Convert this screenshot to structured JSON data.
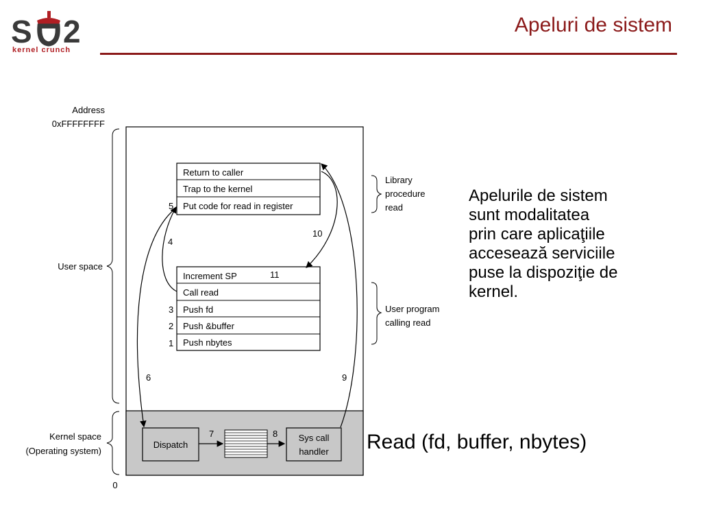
{
  "header": {
    "logo_text": "S",
    "logo_text_end": "2",
    "logo_subtitle": "kernel crunch",
    "title": "Apeluri de sistem"
  },
  "diagram": {
    "address_label": "Address",
    "address_top": "0xFFFFFFFF",
    "address_bottom": "0",
    "user_space_label": "User space",
    "kernel_space_label": "Kernel space",
    "kernel_space_sub": "(Operating system)",
    "library_label": [
      "Library",
      "procedure",
      "read"
    ],
    "user_program_label": [
      "User program",
      "calling read"
    ],
    "library_rows": [
      "Return to caller",
      "Trap to the kernel",
      "Put code for read in register"
    ],
    "program_rows": [
      "Increment SP",
      "Call read",
      "Push fd",
      "Push &buffer",
      "Push nbytes"
    ],
    "step_numbers": {
      "s1": "1",
      "s2": "2",
      "s3": "3",
      "s4": "4",
      "s5": "5",
      "s6": "6",
      "s7": "7",
      "s8": "8",
      "s9": "9",
      "s10": "10",
      "s11": "11"
    },
    "dispatch_label": "Dispatch",
    "handler_label": [
      "Sys call",
      "handler"
    ]
  },
  "description": {
    "lines": [
      "Apelurile de sistem",
      "sunt modalitatea",
      "prin care aplicaţiile",
      "accesează serviciile",
      "puse la dispoziţie de",
      "kernel."
    ]
  },
  "caption": "Read (fd, buffer, nbytes)",
  "colors": {
    "title": "#8b1a1a",
    "logo_red": "#b01e23",
    "kernel_bg": "#c8c8c8"
  }
}
